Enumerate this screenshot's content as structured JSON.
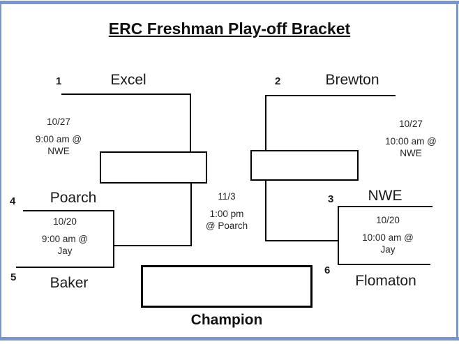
{
  "title": "ERC Freshman Play-off Bracket",
  "champion_label": "Champion",
  "slots": {
    "excel": {
      "seed": "1",
      "name": "Excel"
    },
    "brewton": {
      "seed": "2",
      "name": "Brewton"
    },
    "nwe": {
      "seed": "3",
      "name": "NWE"
    },
    "poarch": {
      "seed": "4",
      "name": "Poarch"
    },
    "baker": {
      "seed": "5",
      "name": "Baker"
    },
    "flomaton": {
      "seed": "6",
      "name": "Flomaton"
    }
  },
  "games": {
    "semi_left": {
      "date": "10/27",
      "time": "9:00 am @",
      "venue": "NWE"
    },
    "semi_right": {
      "date": "10/27",
      "time": "10:00 am @",
      "venue": "NWE"
    },
    "first_left": {
      "date": "10/20",
      "time": "9:00 am @",
      "venue": "Jay"
    },
    "first_right": {
      "date": "10/20",
      "time": "10:00 am @",
      "venue": "Jay"
    },
    "final": {
      "date": "11/3",
      "time": "1:00 pm",
      "venue": "@ Poarch"
    }
  },
  "colors": {
    "frame": "#7b96c6",
    "line": "#000000"
  }
}
